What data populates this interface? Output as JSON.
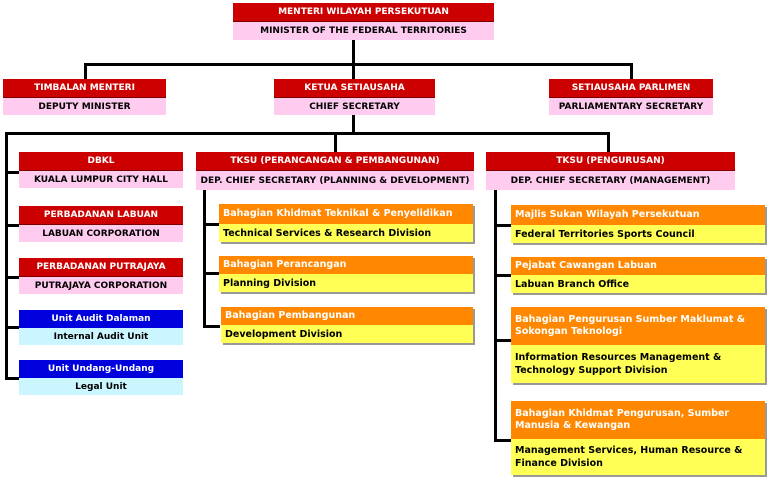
{
  "minister": {
    "malay": "MENTERI WILAYAH PERSEKUTUAN",
    "english": "MINISTER OF THE FEDERAL TERRITORIES"
  },
  "deputy": {
    "malay": "TIMBALAN MENTERI",
    "english": "DEPUTY MINISTER"
  },
  "chief": {
    "malay": "KETUA SETIAUSAHA",
    "english": "CHIEF SECRETARY"
  },
  "parliamentary": {
    "malay": "SETIAUSAHA PARLIMEN",
    "english": "PARLIAMENTARY SECRETARY"
  },
  "left_units": [
    {
      "malay": "DBKL",
      "english": "KUALA LUMPUR CITY HALL"
    },
    {
      "malay": "PERBADANAN LABUAN",
      "english": "LABUAN CORPORATION"
    },
    {
      "malay": "PERBADANAN PUTRAJAYA",
      "english": "PUTRAJAYA CORPORATION"
    },
    {
      "malay": "Unit Audit Dalaman",
      "english": "Internal Audit Unit"
    },
    {
      "malay": "Unit Undang-Undang",
      "english": "Legal Unit"
    }
  ],
  "planning": {
    "malay": "TKSU (PERANCANGAN & PEMBANGUNAN)",
    "english": "DEP. CHIEF SECRETARY (PLANNING & DEVELOPMENT)",
    "divisions": [
      {
        "malay": "Bahagian Khidmat Teknikal & Penyelidikan",
        "english": "Technical Services & Research Division"
      },
      {
        "malay": "Bahagian Perancangan",
        "english": "Planning Division"
      },
      {
        "malay": "Bahagian Pembangunan",
        "english": "Development Division"
      }
    ]
  },
  "management": {
    "malay": "TKSU (PENGURUSAN)",
    "english": "DEP. CHIEF SECRETARY (MANAGEMENT)",
    "divisions": [
      {
        "malay": "Majlis Sukan Wilayah Persekutuan",
        "english": "Federal Territories Sports Council"
      },
      {
        "malay": "Pejabat Cawangan Labuan",
        "english": "Labuan Branch Office"
      },
      {
        "malay": "Bahagian Pengurusan Sumber Maklumat & Sokongan Teknologi",
        "english": "Information Resources Management & Technology Support Division"
      },
      {
        "malay": "Bahagian Khidmat Pengurusan, Sumber Manusia & Kewangan",
        "english": "Management Services, Human Resource & Finance Division"
      }
    ]
  },
  "colors": {
    "red": "#cc0000",
    "pink": "#ffccf0",
    "blue": "#0000dd",
    "lightblue": "#ccf6ff",
    "orange": "#ff8800",
    "yellow": "#ffff55"
  }
}
